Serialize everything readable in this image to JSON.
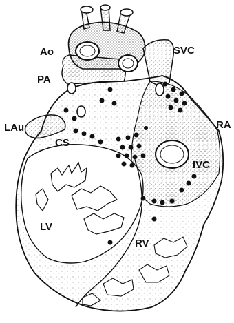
{
  "labels": {
    "ao": "Ao",
    "svc": "SVC",
    "pa": "PA",
    "lau": "LAu",
    "ra": "RA",
    "cs": "CS",
    "ivc": "IVC",
    "lv": "LV",
    "rv": "RV"
  },
  "colors": {
    "ink": "#111111",
    "stipple": "#444444",
    "background": "#ffffff"
  }
}
